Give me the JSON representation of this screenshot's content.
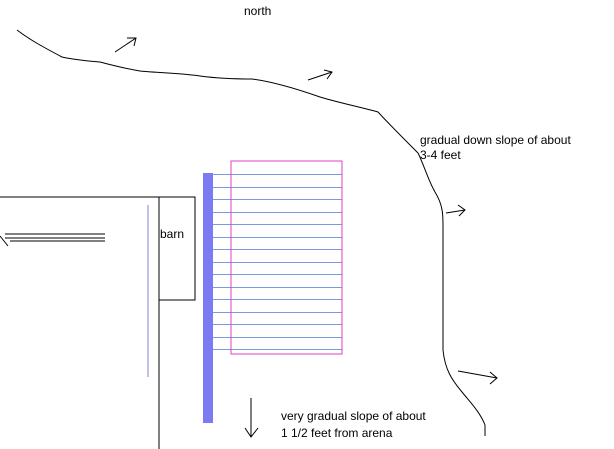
{
  "labels": {
    "north": "north",
    "barn": "barn",
    "north_slope_line1": "gradual down slope of about",
    "north_slope_line2": "3-4 feet",
    "south_slope_line1": "very gradual slope of about",
    "south_slope_line2": "1 1/2 feet from arena"
  },
  "colors": {
    "background": "#ffffff",
    "ink": "#000000",
    "fence_bar": "#7b7bf2",
    "arena_outline": "#e040c0",
    "arena_rows": "#7b9ae0",
    "guide_line": "#8080e0"
  },
  "arena": {
    "row_count": 15
  }
}
